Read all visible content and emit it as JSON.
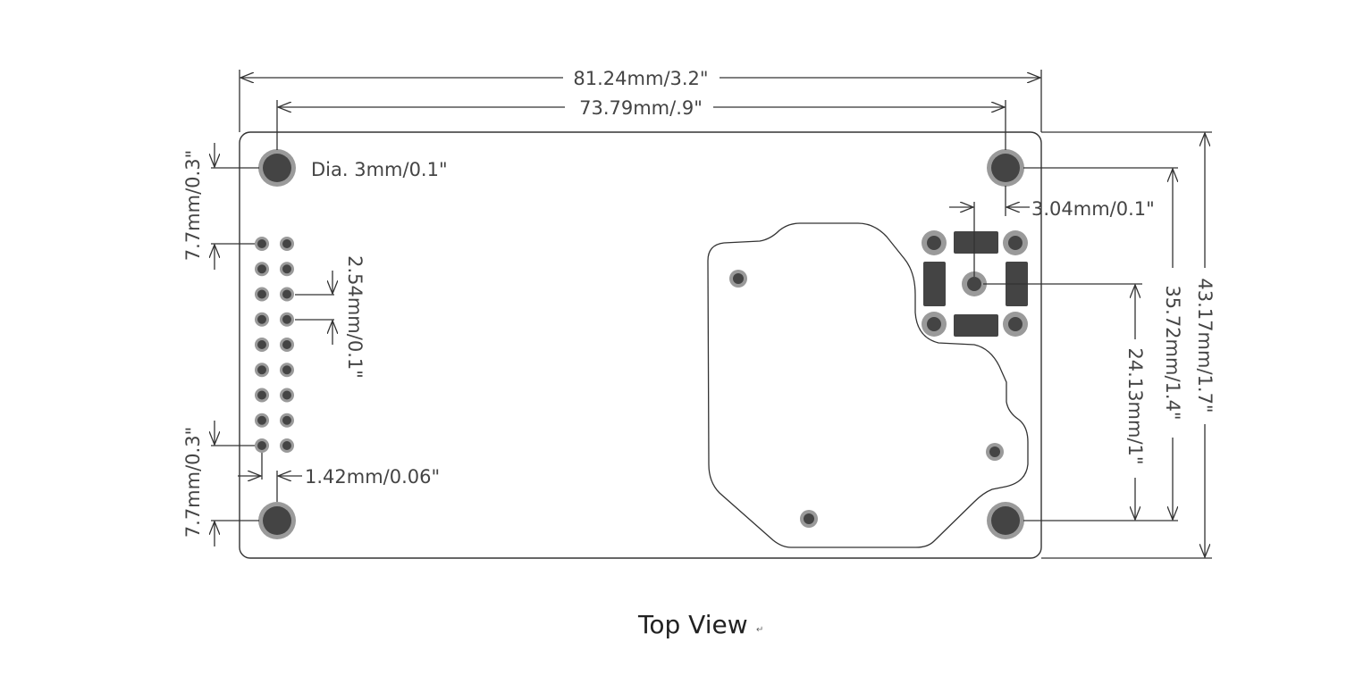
{
  "title": "Top View",
  "title_mark": "↵",
  "dimensions": {
    "total_width": "81.24mm/3.2\"",
    "hole_spacing_width": "73.79mm/.9\"",
    "total_height": "43.17mm/1.7\"",
    "hole_spacing_height": "35.72mm/1.4\"",
    "sensor_to_hole": "24.13mm/1\"",
    "sensor_offset": "3.04mm/0.1\"",
    "hole_diameter": "Dia. 3mm/0.1\"",
    "top_edge_to_header": "7.7mm/0.3\"",
    "bottom_header_to_hole": "7.7mm/0.3\"",
    "pin_pitch": "2.54mm/0.1\"",
    "header_offset": "1.42mm/0.06\""
  },
  "colors": {
    "pad_ring": "#9a9a9a",
    "pad_core": "#444444",
    "outline": "#333333"
  }
}
